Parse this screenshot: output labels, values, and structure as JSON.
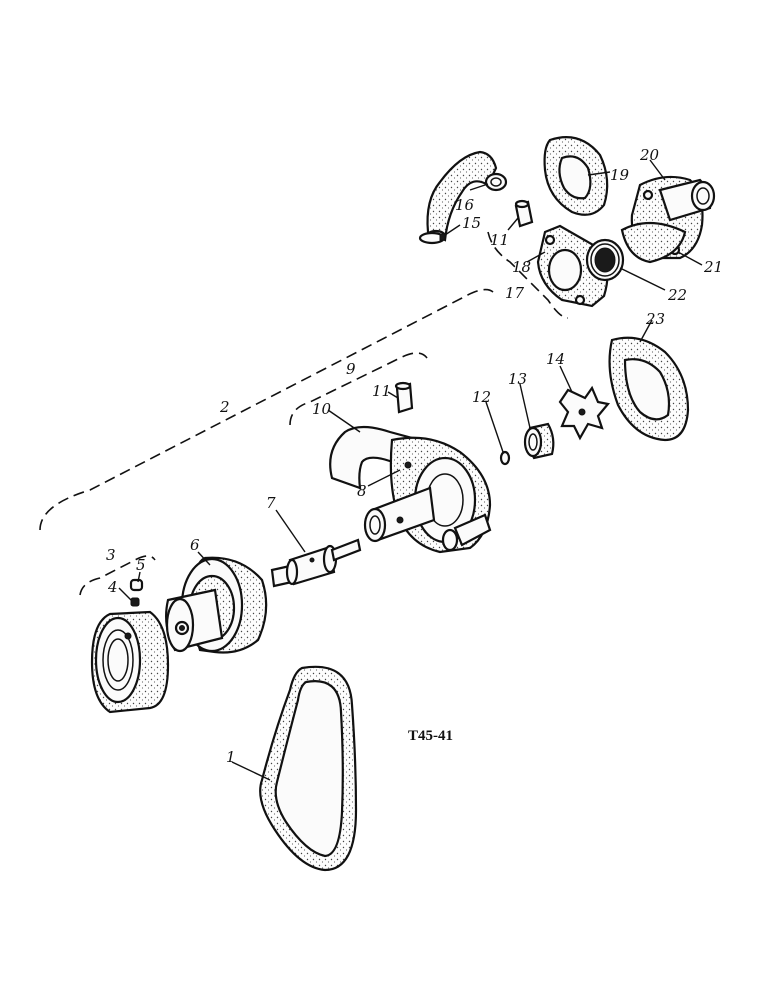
{
  "figure": {
    "reference": "T45-41"
  },
  "callouts": {
    "c1": "1",
    "c2": "2",
    "c3": "3",
    "c4": "4",
    "c5": "5",
    "c6": "6",
    "c7": "7",
    "c8": "8",
    "c9": "9",
    "c10": "10",
    "c11a": "11",
    "c11b": "11",
    "c12": "12",
    "c13": "13",
    "c14": "14",
    "c15": "15",
    "c16": "16",
    "c17": "17",
    "c18": "18",
    "c19": "19",
    "c20": "20",
    "c21": "21",
    "c22": "22",
    "c23": "23"
  }
}
